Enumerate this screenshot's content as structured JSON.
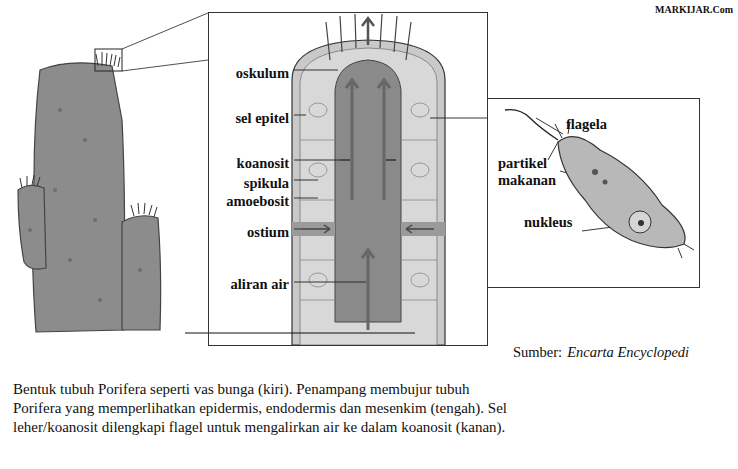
{
  "diagram": {
    "caption": "Bentuk tubuh Porifera seperti vas bunga (kiri). Penampang membujur tubuh Porifera yang memperlihatkan epidermis, endodermis dan mesenkim (tengah). Sel leher/koanosit dilengkapi flagel untuk mengalirkan air ke dalam koanosit (kanan).",
    "nodes": [
      {
        "text": [
          "oskulum",
          "sel epitel",
          "koanosit",
          "spikula",
          "amoebosit",
          "ostium",
          "aliran air"
        ]
      },
      {
        "text": [
          "flagela",
          "partikel makanan",
          "nukleus"
        ]
      }
    ],
    "labels": [
      "MARKIJAR.Com",
      "Sumber:",
      "Encarta Encyclopedi"
    ]
  }
}
